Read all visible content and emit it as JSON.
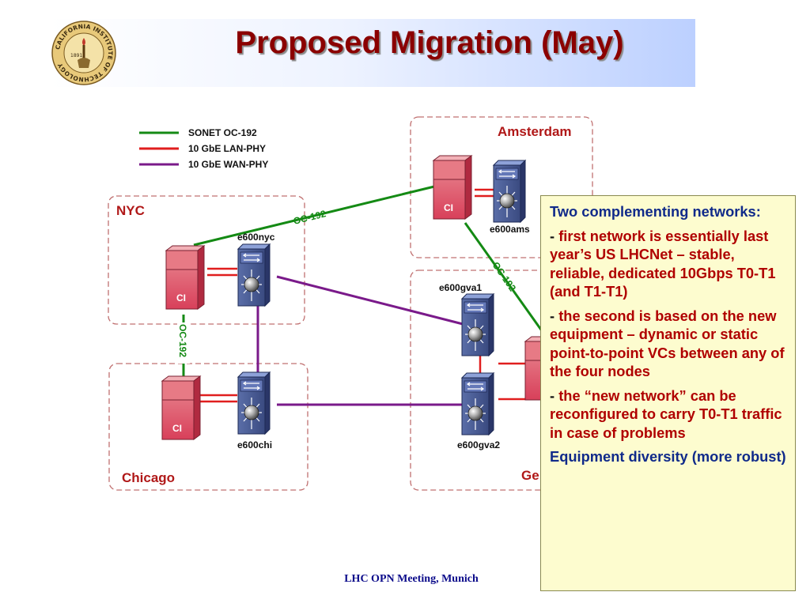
{
  "slide": {
    "title": "Proposed Migration (May)",
    "footer": "LHC OPN Meeting, Munich"
  },
  "logo": {
    "name": "caltech-seal-icon",
    "ring_text": "CALIFORNIA INSTITUTE OF TECHNOLOGY",
    "year": "1891"
  },
  "legend": [
    {
      "label": "SONET OC-192",
      "color": "#148a14"
    },
    {
      "label": "10 GbE LAN-PHY",
      "color": "#e01e1e"
    },
    {
      "label": "10 GbE WAN-PHY",
      "color": "#7a1a8a"
    }
  ],
  "regions": {
    "nyc": "NYC",
    "amsterdam": "Amsterdam",
    "chicago": "Chicago",
    "geneva": "Ge"
  },
  "devices": {
    "ci_label": "CI",
    "e600nyc": "e600nyc",
    "e600ams": "e600ams",
    "e600chi": "e600chi",
    "e600gva1": "e600gva1",
    "e600gva2": "e600gva2"
  },
  "links": {
    "oc192": "OC-192"
  },
  "callout": {
    "heading": "Two complementing networks:",
    "dash": "-",
    "bullets": [
      "first network is essentially last year’s US LHCNet – stable, reliable, dedicated 10Gbps T0-T1 (and T1-T1)",
      "the second is based on the new equipment – dynamic or static point-to-point VCs between any of the four nodes",
      "the “new network” can be reconfigured to carry T0-T1 traffic in case of problems"
    ],
    "closing": "Equipment diversity (more robust)"
  },
  "colors": {
    "sonet": "#148a14",
    "lan_phy": "#e01e1e",
    "wan_phy": "#7a1a8a",
    "title": "#8b0000",
    "region_label": "#b01818",
    "callout_bg": "#fdfccf",
    "callout_blue": "#102a8a",
    "callout_red": "#b00000"
  }
}
